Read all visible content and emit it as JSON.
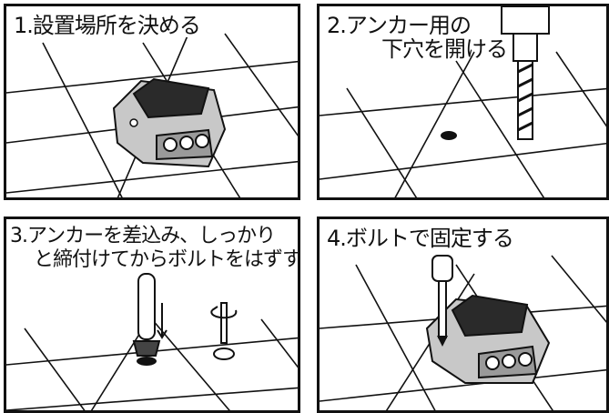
{
  "steps": [
    {
      "lines": [
        "1.設置場所を決める"
      ]
    },
    {
      "lines": [
        "2.アンカー用の",
        "下穴を開ける"
      ]
    },
    {
      "lines": [
        "3.アンカーを差込み、しっかり",
        "と締付けてからボルトをはずす。"
      ]
    },
    {
      "lines": [
        "4.ボルトで固定する"
      ]
    }
  ],
  "colors": {
    "ink": "#111111",
    "paper": "#ffffff",
    "solar": "#2a2a2a",
    "body_gray": "#b8b8b8"
  }
}
